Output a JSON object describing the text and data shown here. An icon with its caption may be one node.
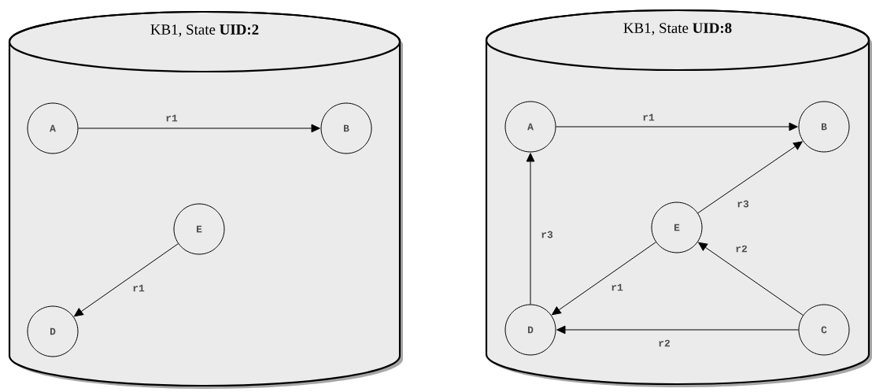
{
  "diagram": {
    "nodes": [
      {
        "text": [
          "KB1, State **UID:2**"
        ]
      },
      {
        "text": [
          "A"
        ],
        "in": 0
      },
      {
        "text": [
          "B"
        ],
        "in": 0
      },
      {
        "text": [
          "E"
        ],
        "in": 0
      },
      {
        "text": [
          "D"
        ],
        "in": 0
      },
      {
        "text": [
          "KB1, State **UID:8**"
        ]
      },
      {
        "text": [
          "A"
        ],
        "in": 5
      },
      {
        "text": [
          "B"
        ],
        "in": 5
      },
      {
        "text": [
          "E"
        ],
        "in": 5
      },
      {
        "text": [
          "D"
        ],
        "in": 5
      },
      {
        "text": [
          "C"
        ],
        "in": 5
      }
    ],
    "edges": [
      {
        "from": 1,
        "to": 2,
        "arrow": "to",
        "label": "r1"
      },
      {
        "from": 3,
        "to": 4,
        "arrow": "to",
        "label": "r1"
      },
      {
        "from": 6,
        "to": 7,
        "arrow": "to",
        "label": "r1"
      },
      {
        "from": 9,
        "to": 6,
        "arrow": "to",
        "label": "r3"
      },
      {
        "from": 8,
        "to": 7,
        "arrow": "to",
        "label": "r3"
      },
      {
        "from": 10,
        "to": 8,
        "arrow": "to",
        "label": "r2"
      },
      {
        "from": 8,
        "to": 9,
        "arrow": "to",
        "label": "r1"
      },
      {
        "from": 10,
        "to": 9,
        "arrow": "to",
        "label": "r2"
      }
    ]
  }
}
